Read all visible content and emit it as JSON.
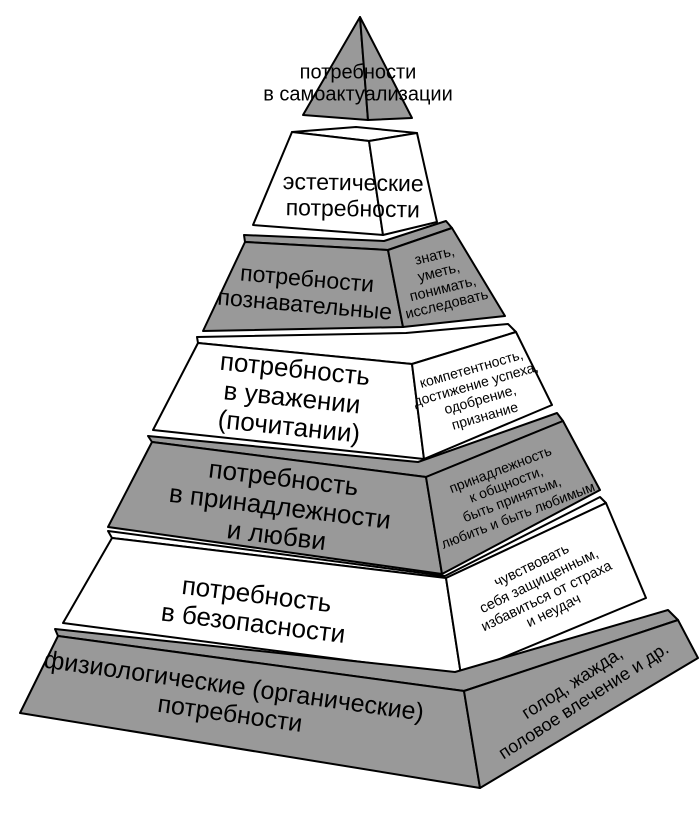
{
  "diagram": {
    "kind": "pyramid-of-needs",
    "colors": {
      "gray": "#999999",
      "white": "#ffffff",
      "outline": "#000000",
      "background": "#ffffff",
      "text": "#000000"
    },
    "levels": [
      {
        "front": "потребности\nв самоактуализации",
        "side": ""
      },
      {
        "front": "эстетические\nпотребности",
        "side": ""
      },
      {
        "front": "потребности\nпознавательные",
        "side": "знать,\nуметь,\nпонимать,\nисследовать"
      },
      {
        "front": "потребность\nв уважении\n(почитании)",
        "side": "компетентность,\nдостижение успеха,\nодобрение,\nпризнание"
      },
      {
        "front": "потребность\nв принадлежности\nи любви",
        "side": "принадлежность\nк общности,\nбыть принятым,\nлюбить и быть любимым"
      },
      {
        "front": "потребность\nв безопасности",
        "side": "чувствовать\nсебя защищенным,\nизбавиться от страха\nи неудач"
      },
      {
        "front": "физиологические (органические)\nпотребности",
        "side": "голод, жажда,\nполовое влечение и др."
      }
    ]
  }
}
